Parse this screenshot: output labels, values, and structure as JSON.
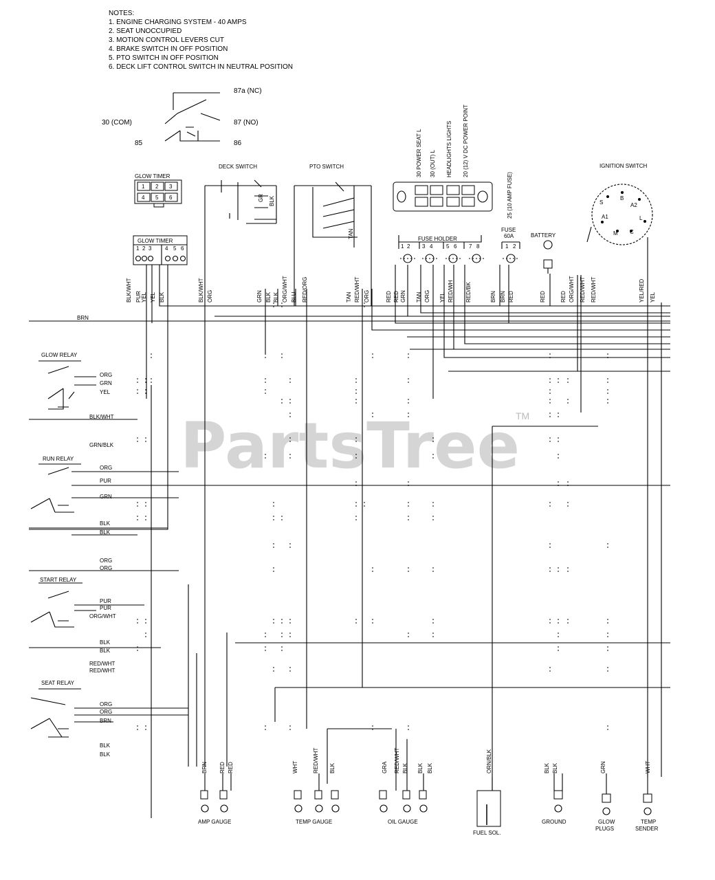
{
  "notes": {
    "title": "NOTES:",
    "items": [
      "1. ENGINE CHARGING SYSTEM - 40 AMPS",
      "2. SEAT UNOCCUPIED",
      "3. MOTION CONTROL LEVERS CUT",
      "4. BRAKE SWITCH IN OFF POSITION",
      "5. PTO SWITCH IN OFF POSITION",
      "6. DECK LIFT CONTROL SWITCH IN NEUTRAL POSITION"
    ]
  },
  "relay_legend": {
    "nc": "87a (NC)",
    "com": "30 (COM)",
    "no": "87 (NO)",
    "coil_a": "85",
    "coil_b": "86"
  },
  "glow_timer_top": {
    "title": "GLOW TIMER",
    "pins": [
      "1",
      "2",
      "3",
      "4",
      "5",
      "6"
    ]
  },
  "glow_timer_conn": {
    "title": "GLOW TIMER",
    "pins": [
      "1",
      "2",
      "3",
      "4",
      "5",
      "6"
    ]
  },
  "deck_switch": {
    "title": "DECK SWITCH",
    "labels": [
      "GR",
      "BLK"
    ]
  },
  "pto_switch": {
    "title": "PTO SWITCH",
    "labels": [
      "TAN"
    ]
  },
  "connector_labels": [
    "30 POWER SEAT L",
    "30 (OUT) L",
    "HEADLIGHTS LIGHTS",
    "20 (12) V DC POWER POINT"
  ],
  "fuse_25": "25 (10 AMP FUSE)",
  "fuse_holder": {
    "title": "FUSE HOLDER",
    "pins": [
      "1",
      "2",
      "3",
      "4",
      "5",
      "6",
      "7",
      "8"
    ]
  },
  "fuse_60": {
    "title": "FUSE",
    "rating": "60A",
    "pins": [
      "1",
      "2"
    ]
  },
  "battery": {
    "title": "BATTERY"
  },
  "ignition_switch": {
    "title": "IGNITION SWITCH",
    "terminals": [
      "B",
      "S",
      "A2",
      "A1",
      "L",
      "M",
      "C"
    ]
  },
  "top_wire_labels": [
    "BLK/WHT",
    "PUR",
    "YEL",
    "YEL",
    "BLK",
    "BLK/WHT",
    "ORG",
    "GRN",
    "BLK",
    "BLK",
    "ORG/WHT",
    "BLU",
    "RED/ORG",
    "TAN",
    "RED/WHT",
    "ORG",
    "RED",
    "RED",
    "GRN",
    "TAN",
    "ORG",
    "YEL",
    "RED/WH",
    "RED/BK",
    "BRN",
    "BRN",
    "RED",
    "RED",
    "RED",
    "ORG/WHT",
    "RED/WHT",
    "RED/WHT",
    "YEL/RED",
    "YEL"
  ],
  "bus": {
    "brn": "BRN"
  },
  "glow_relay": {
    "title": "GLOW RELAY",
    "wires": [
      "ORG",
      "GRN",
      "YEL",
      "BLK/WHT"
    ]
  },
  "run_relay": {
    "title": "RUN RELAY",
    "wires": [
      "GRN/BLK",
      "ORG",
      "PUR",
      "GRN",
      "BLK",
      "BLK"
    ]
  },
  "start_relay": {
    "title": "START RELAY",
    "wires": [
      "ORG",
      "ORG",
      "PUR",
      "PUR",
      "ORG/WHT",
      "BLK",
      "BLK",
      "RED/WHT",
      "RED/WHT"
    ]
  },
  "seat_relay": {
    "title": "SEAT RELAY",
    "wires": [
      "ORG",
      "ORG",
      "BRN",
      "BLK",
      "BLK"
    ]
  },
  "bottom_wire_labels": [
    "BRN",
    "RED",
    "RED",
    "WHT",
    "RED/WHT",
    "BLK",
    "GRA",
    "RED/WHT",
    "BLK",
    "BLK",
    "BLK",
    "ORN/BLK",
    "BLK",
    "BLK",
    "GRN",
    "WHT"
  ],
  "components": {
    "amp_gauge": "AMP GAUGE",
    "temp_gauge": "TEMP GAUGE",
    "oil_gauge": "OIL GAUGE",
    "fuel_sol": "FUEL SOL.",
    "ground": "GROUND",
    "glow_plugs_1": "GLOW",
    "glow_plugs_2": "PLUGS",
    "temp_sender_1": "TEMP",
    "temp_sender_2": "SENDER"
  },
  "watermark": {
    "text": "PartsTree",
    "tm": "TM"
  }
}
